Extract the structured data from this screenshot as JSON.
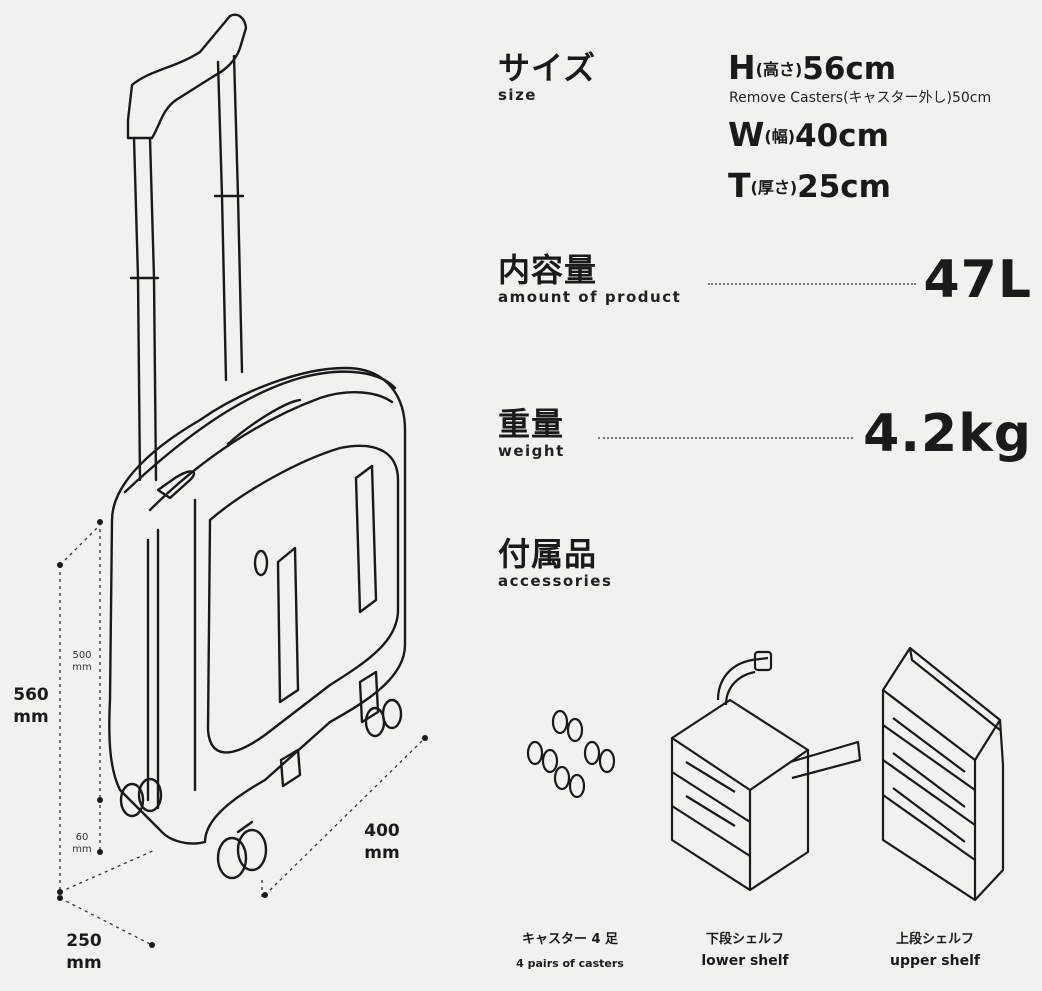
{
  "dimensions": {
    "height_total": "560",
    "height_total_unit": "mm",
    "height_body": "500",
    "height_body_unit": "mm",
    "caster_height": "60",
    "caster_height_unit": "mm",
    "width": "400",
    "width_unit": "mm",
    "depth": "250",
    "depth_unit": "mm"
  },
  "size": {
    "title_jp": "サイズ",
    "title_en": "size",
    "h_letter": "H",
    "h_paren": "(高さ)",
    "h_value": "56cm",
    "remove_casters": "Remove Casters(キャスター外し)50cm",
    "w_letter": "W",
    "w_paren": "(幅)",
    "w_value": "40cm",
    "t_letter": "T",
    "t_paren": "(厚さ)",
    "t_value": "25cm"
  },
  "capacity": {
    "title_jp": "内容量",
    "title_en": "amount of product",
    "value": "47L"
  },
  "weight": {
    "title_jp": "重量",
    "title_en": "weight",
    "value": "4.2kg"
  },
  "accessories": {
    "title_jp": "付属品",
    "title_en": "accessories",
    "items": [
      {
        "jp": "キャスター 4 足",
        "en": "4 pairs of casters"
      },
      {
        "jp": "下段シェルフ",
        "en": "lower shelf"
      },
      {
        "jp": "上段シェルフ",
        "en": "upper shelf"
      }
    ]
  },
  "colors": {
    "background": "#f1f1ef",
    "line": "#1a1a1a"
  }
}
